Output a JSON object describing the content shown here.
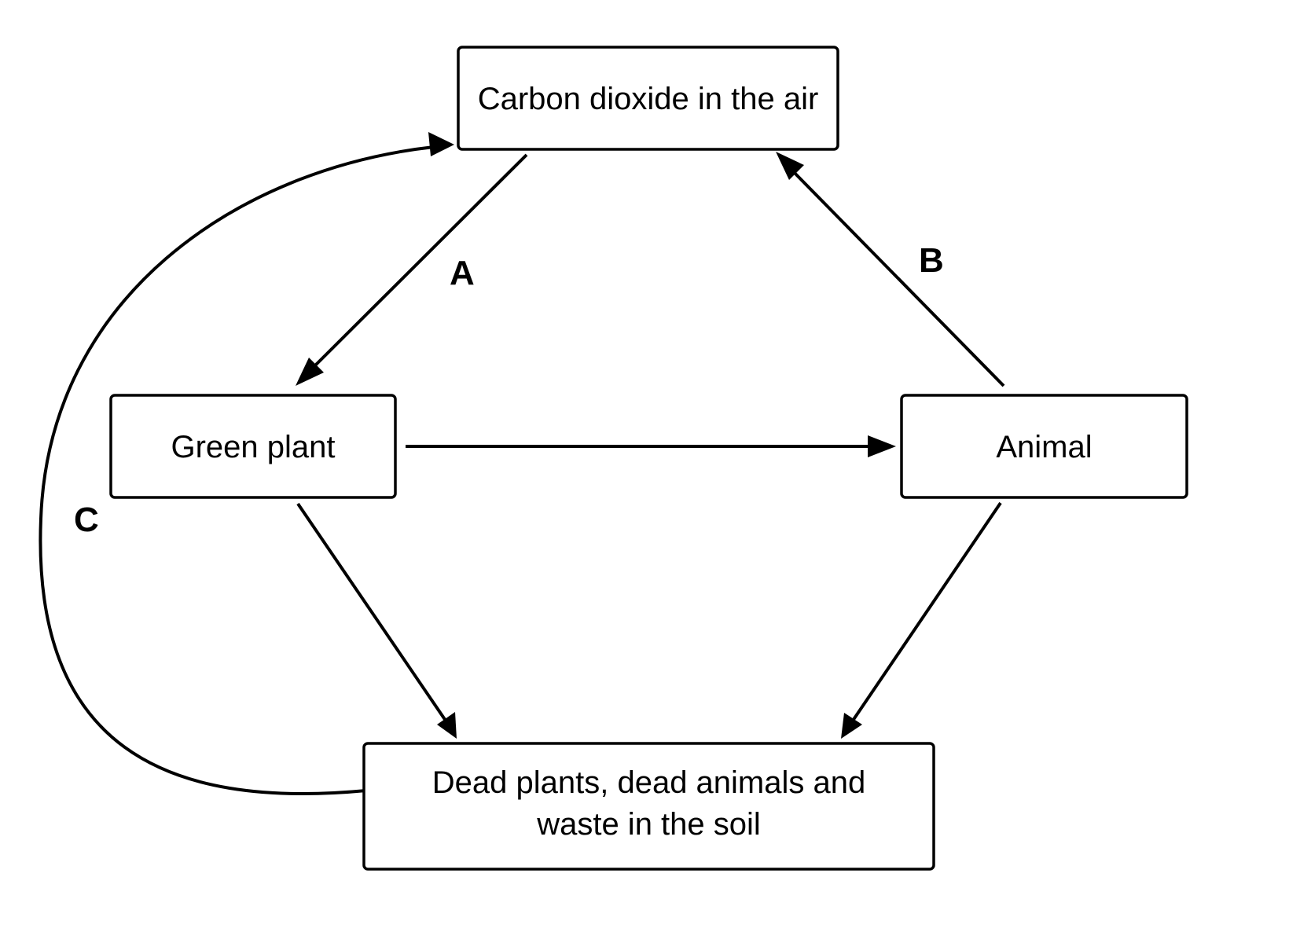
{
  "diagram": {
    "nodes": {
      "co2": {
        "label": "Carbon dioxide in the air"
      },
      "plant": {
        "label": "Green plant"
      },
      "animal": {
        "label": "Animal"
      },
      "soil": {
        "line1": "Dead plants, dead animals and",
        "line2": "waste in the soil"
      }
    },
    "edge_labels": {
      "a": "A",
      "b": "B",
      "c": "C"
    },
    "edges": [
      {
        "from": "co2",
        "to": "plant",
        "label": "A"
      },
      {
        "from": "animal",
        "to": "co2",
        "label": "B"
      },
      {
        "from": "soil",
        "to": "co2",
        "label": "C"
      },
      {
        "from": "plant",
        "to": "animal"
      },
      {
        "from": "plant",
        "to": "soil"
      },
      {
        "from": "animal",
        "to": "soil"
      }
    ]
  }
}
